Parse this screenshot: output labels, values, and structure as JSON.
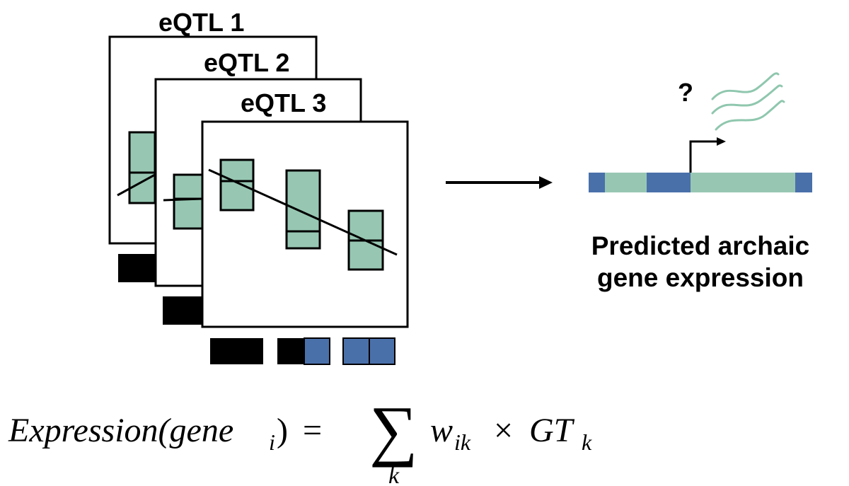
{
  "panels": [
    {
      "title": "eQTL 1"
    },
    {
      "title": "eQTL 2"
    },
    {
      "title": "eQTL 3"
    }
  ],
  "question_mark": "?",
  "caption": {
    "line1": "Predicted archaic",
    "line2": "gene expression"
  },
  "formula": {
    "lhs": "Expression(gene",
    "lhs_sub": "i",
    "lhs_close": ")",
    "equals": "=",
    "sum_symbol": "∑",
    "sum_index": "k",
    "weight": "w",
    "weight_sub": "ik",
    "times": "×",
    "genotype": "GT",
    "genotype_sub": "k"
  },
  "colors": {
    "box_fill": "#97c7b3",
    "archaic_blue": "#4a70aa",
    "transcript_green": "#8fc7ae",
    "outline": "#000000"
  }
}
